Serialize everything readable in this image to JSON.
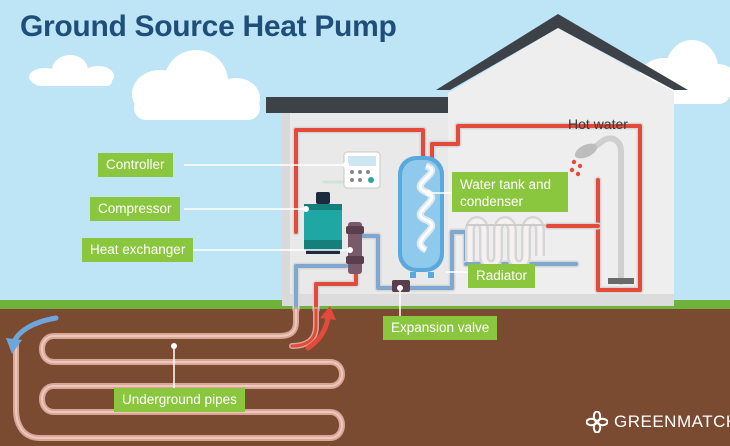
{
  "title": "Ground Source Heat Pump",
  "labels": {
    "controller": "Controller",
    "compressor": "Compressor",
    "heat_exchanger": "Heat exchanger",
    "water_tank": "Water tank and condenser",
    "hot_water": "Hot water",
    "radiator": "Radiator",
    "expansion_valve": "Expansion valve",
    "underground_pipes": "Underground pipes"
  },
  "brand": {
    "name": "GREENMATCH",
    "logo_icon": "greenmatch-logo-icon"
  },
  "colors": {
    "sky": "#bde5f6",
    "ground": "#7a4a31",
    "grass": "#6fb23c",
    "label_green": "#8bc63f",
    "title_blue": "#1f4e7a",
    "pipe_hot": "#e24a3b",
    "pipe_cold": "#7fa7cf",
    "pipe_outline": "#d6d6d6"
  }
}
